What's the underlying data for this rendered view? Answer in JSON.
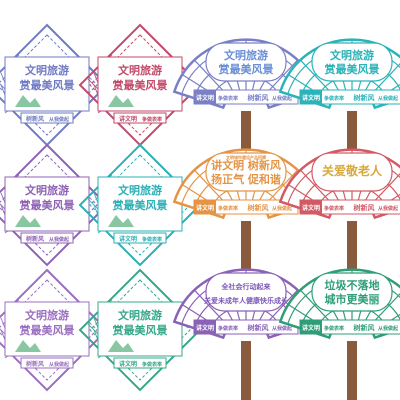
{
  "boards": {
    "rows": [
      [
        {
          "style": "diamond",
          "color": "#6f7bc4",
          "title": [
            "文明旅游",
            "赏最美风景"
          ],
          "tags": [
            "树新风",
            "从我做起"
          ]
        },
        {
          "style": "diamond",
          "color": "#c24a6a",
          "title": [
            "文明旅游",
            "赏最美风景"
          ],
          "tags": [
            "讲文明",
            "争做表率"
          ]
        },
        {
          "style": "fan",
          "color": "#7a7fc6",
          "accent": "#6b8fd6",
          "title": [
            "文明旅游",
            "赏最美风景"
          ],
          "tags": [
            "讲文明",
            "争做表率",
            "树新风",
            "从我做起"
          ]
        },
        {
          "style": "fan",
          "color": "#2ab3b8",
          "accent": "#2ab3b8",
          "title": [
            "文明旅游",
            "赏最美风景"
          ],
          "tags": [
            "讲文明",
            "争做表率",
            "树新风",
            "从我做起"
          ]
        }
      ],
      [
        {
          "style": "diamond",
          "color": "#8e63b5",
          "title": [
            "文明旅游",
            "赏最美风景"
          ],
          "tags": [
            "树新风",
            "从我做起"
          ]
        },
        {
          "style": "diamond",
          "color": "#2bb0b6",
          "title": [
            "文明旅游",
            "赏最美风景"
          ],
          "tags": [
            "讲文明",
            "争做表率"
          ]
        },
        {
          "style": "fan",
          "color": "#e49445",
          "accent": "#e49445",
          "header": "文明城市建设产品招牌",
          "title": [
            "讲文明 树新风",
            "扬正气 促和谐"
          ],
          "tags": [
            "讲文明",
            "争做表率",
            "树新风",
            "从我做起"
          ]
        },
        {
          "style": "fan",
          "color": "#d25a64",
          "accent": "#d8a93a",
          "title": [
            "关爱敬老人"
          ],
          "tags": [
            "讲文明",
            "争做表率",
            "树新风",
            "从我做起"
          ]
        }
      ],
      [
        {
          "style": "diamond",
          "color": "#9a6fc0",
          "title": [
            "文明旅游",
            "赏最美风景"
          ],
          "tags": [
            "树新风",
            "从我做起"
          ]
        },
        {
          "style": "diamond",
          "color": "#37a88a",
          "title": [
            "文明旅游",
            "赏最美风景"
          ],
          "tags": [
            "讲文明",
            "争做表率"
          ]
        },
        {
          "style": "fan",
          "color": "#8a62b6",
          "accent": "#7a58b8",
          "title": [
            "全社会行动起来",
            "关爱未成年人健康快乐成长"
          ],
          "tags": [
            "讲文明",
            "争做表率",
            "树新风",
            "从我做起"
          ]
        },
        {
          "style": "fan",
          "color": "#2f9e78",
          "accent": "#2f9e78",
          "title": [
            "垃圾不落地",
            "城市更美丽"
          ],
          "tags": [
            "讲文明",
            "争做表率",
            "树新风",
            "从我做起"
          ]
        }
      ]
    ]
  }
}
